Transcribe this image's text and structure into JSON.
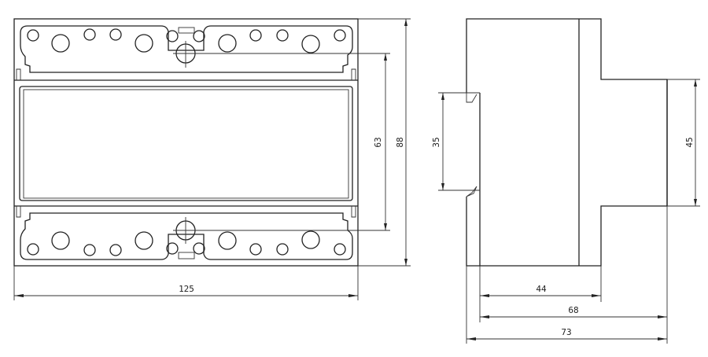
{
  "front_view": {
    "dimensions": {
      "width": "125",
      "height_total": "88",
      "height_mount": "63"
    }
  },
  "side_view": {
    "dimensions": {
      "rail": "35",
      "front_height": "45",
      "depth_body": "44",
      "depth_front": "68",
      "depth_total": "73"
    }
  }
}
